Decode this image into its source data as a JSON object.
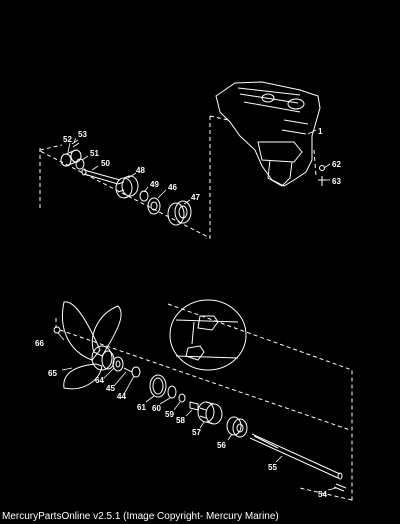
{
  "diagram": {
    "labels": {
      "p1": "1",
      "p44": "44",
      "p45": "45",
      "p46": "46",
      "p47": "47",
      "p48": "48",
      "p49": "49",
      "p50": "50",
      "p51": "51",
      "p52": "52",
      "p53": "53",
      "p54": "54",
      "p55": "55",
      "p56": "56",
      "p57": "57",
      "p58": "58",
      "p59": "59",
      "p60": "60",
      "p61": "61",
      "p62": "62",
      "p63": "63",
      "p64": "64",
      "p65": "65",
      "p66": "66"
    }
  },
  "footer": {
    "caption": "MercuryPartsOnline v2.5.1 (Image Copyright- Mercury Marine)"
  }
}
